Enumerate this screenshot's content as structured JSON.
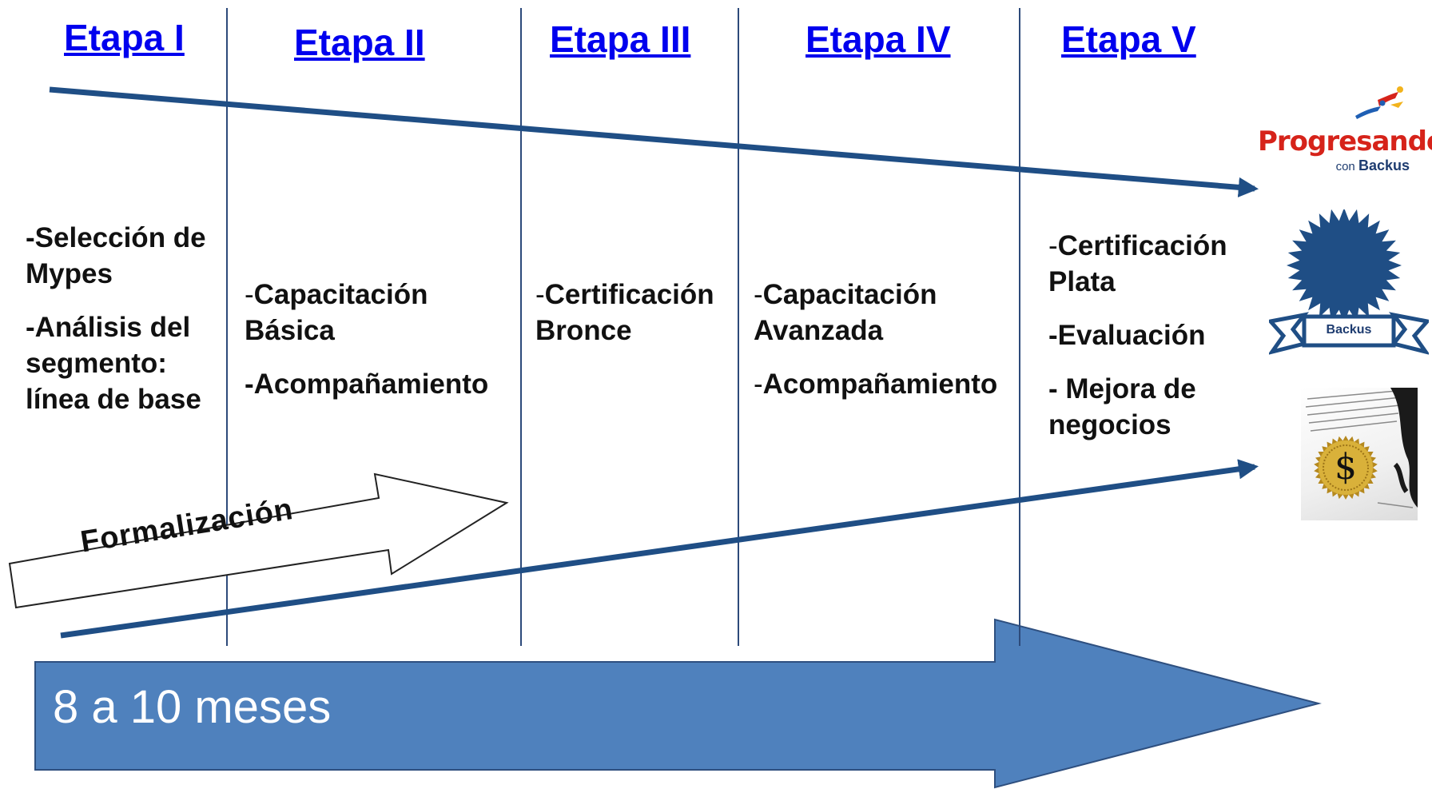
{
  "stages": [
    {
      "title": "Etapa I"
    },
    {
      "title": "Etapa II"
    },
    {
      "title": "Etapa III"
    },
    {
      "title": "Etapa IV"
    },
    {
      "title": "Etapa V"
    }
  ],
  "activities": {
    "etapa_1": {
      "item_1": "-Selección de Mypes",
      "item_2": "-Análisis del segmento: línea de base"
    },
    "etapa_2": {
      "item_1_dash": "-",
      "item_1": "Capacitación Básica",
      "item_2": "-Acompañamiento"
    },
    "etapa_3": {
      "item_1_dash": "-",
      "item_1": "Certificación Bronce"
    },
    "etapa_4": {
      "item_1_dash": "-",
      "item_1": "Capacitación Avanzada",
      "item_2_dash": "-",
      "item_2": "Acompañamiento"
    },
    "etapa_5": {
      "item_1_dash": "-",
      "item_1": "Certificación Plata",
      "item_2": "-Evaluación",
      "item_3": "- Mejora de negocios"
    }
  },
  "formalizacion_label": "Formalización",
  "duration_label": "8 a 10 meses",
  "logos": {
    "progresando": "Progresando",
    "progresando_sub_prefix": "con",
    "progresando_sub_brand": "Backus",
    "medal_ribbon": "Backus"
  },
  "colors": {
    "stage_link": "#0000ee",
    "divider_lines": "#2d4a7a",
    "trend_arrows": "#1f4e85",
    "duration_arrow": "#4f81bd",
    "duration_arrow_border": "#2e4f7f",
    "medal": "#1f4e85",
    "progresando_red": "#d6231a"
  },
  "icons": [
    "runner-icon",
    "medal-icon",
    "gold-seal-icon"
  ]
}
